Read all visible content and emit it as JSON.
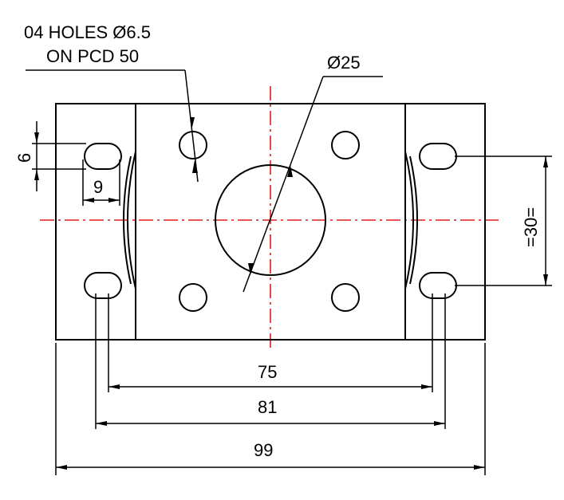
{
  "callouts": {
    "holes_line1": "04 HOLES Ø6.5",
    "holes_line2": "ON PCD 50",
    "bore": "Ø25"
  },
  "dimensions": {
    "slot_height": "6",
    "slot_width": "9",
    "slot_spacing": "=30=",
    "inner": "75",
    "middle": "81",
    "overall": "99"
  },
  "colors": {
    "outline": "#000000",
    "centerline": "#e21b1b"
  }
}
